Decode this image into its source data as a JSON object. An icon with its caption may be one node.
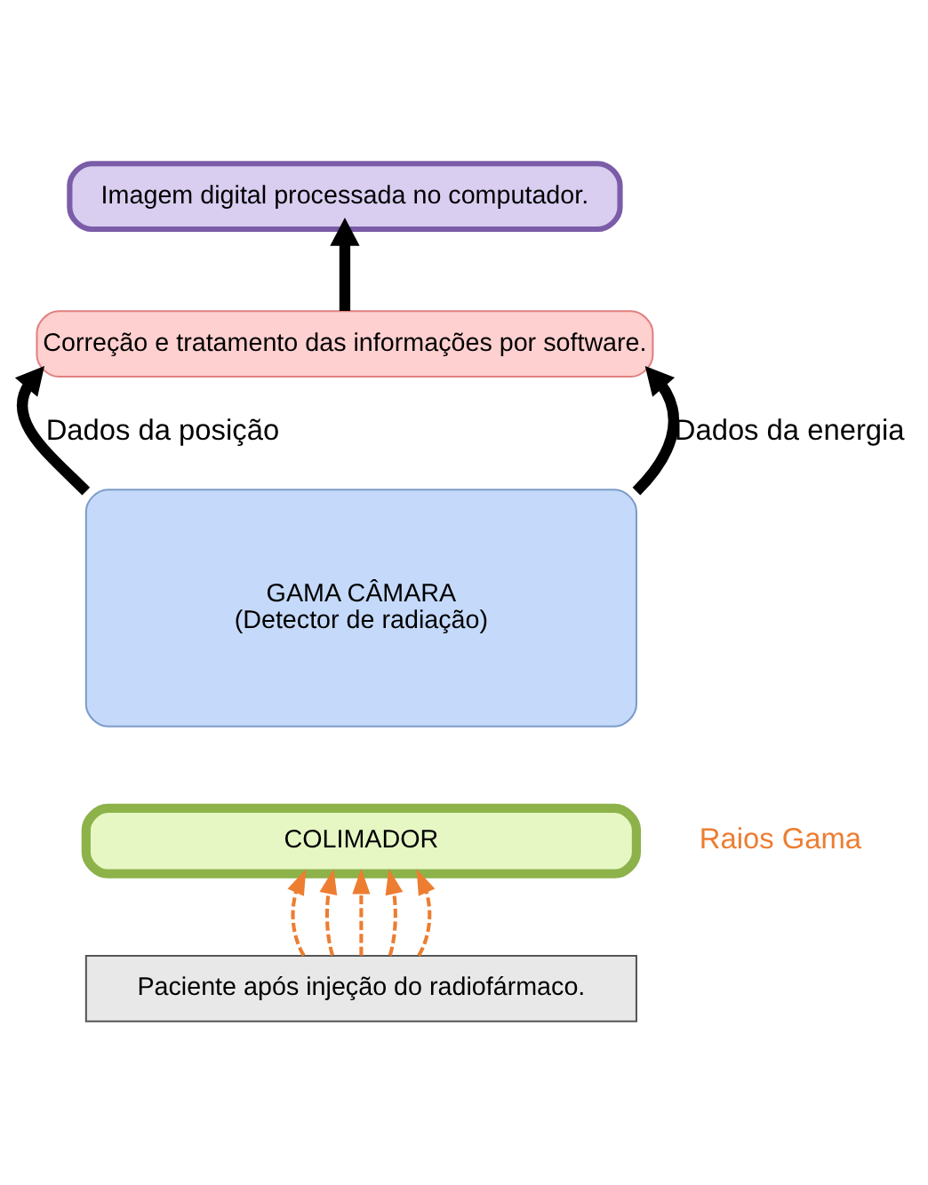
{
  "diagram": {
    "nodes": [
      {
        "text": [
          "Imagem digital processada no computador."
        ]
      },
      {
        "text": [
          "Correção e tratamento das informações por software."
        ]
      },
      {
        "text": [
          "GAMA CÂMARA",
          "(Detector de radiação)"
        ]
      },
      {
        "text": [
          "COLIMADOR"
        ]
      },
      {
        "text": [
          "Paciente após injeção do radiofármaco."
        ]
      }
    ],
    "edges": [
      {
        "from": 1,
        "to": 0,
        "arrow": "to",
        "style": "thick",
        "color": "#000000"
      },
      {
        "from": 2,
        "to": 1,
        "arrow": "to",
        "style": "thick",
        "color": "#000000",
        "label": "Dados da posição"
      },
      {
        "from": 2,
        "to": 1,
        "arrow": "to",
        "style": "thick",
        "color": "#000000",
        "label": "Dados da energia"
      },
      {
        "from": 4,
        "to": 3,
        "arrow": "to",
        "style": "dashed",
        "color": "#ed7d31"
      },
      {
        "from": 4,
        "to": 3,
        "arrow": "to",
        "style": "dashed",
        "color": "#ed7d31"
      },
      {
        "from": 4,
        "to": 3,
        "arrow": "to",
        "style": "dashed",
        "color": "#ed7d31"
      },
      {
        "from": 4,
        "to": 3,
        "arrow": "to",
        "style": "dashed",
        "color": "#ed7d31"
      },
      {
        "from": 4,
        "to": 3,
        "arrow": "to",
        "style": "dashed",
        "color": "#ed7d31"
      }
    ],
    "labels": [
      "Raios Gama"
    ]
  }
}
